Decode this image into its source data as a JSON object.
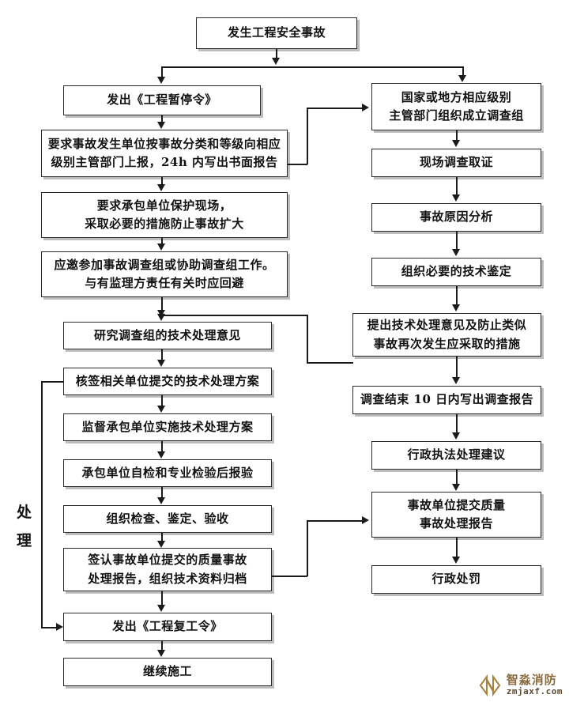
{
  "diagram": {
    "title_node": "发生工程安全事故",
    "side_label": "处理",
    "nodes": {
      "incident": "发生工程安全事故",
      "suspend_order": "发出《工程暂停令》",
      "report_request": "要求事故发生单位按事故分类和等级向相应\n级别主管部门上报，24h 内写出书面报告",
      "protect_site": "要求承包单位保护现场，\n采取必要的措施防止事故扩大",
      "join_group": "应邀参加事故调查组或协助调查组工作。\n与有监理方责任有关时应回避",
      "study_opinion": "研究调查组的技术处理意见",
      "countersign_plan": "核签相关单位提交的技术处理方案",
      "supervise_impl": "监督承包单位实施技术处理方案",
      "self_inspection": "承包单位自检和专业检验后报验",
      "organize_accept": "组织检查、鉴定、验收",
      "sign_report": "签认事故单位提交的质量事故\n处理报告，组织技术资料归档",
      "resume_order": "发出《工程复工令》",
      "continue_work": "继续施工",
      "establish_group": "国家或地方相应级别\n主管部门组织成立调查组",
      "site_investigation": "现场调查取证",
      "cause_analysis": "事故原因分析",
      "tech_appraisal": "组织必要的技术鉴定",
      "propose_measures": "提出技术处理意见及防止类似\n事故再次发生应采取的措施",
      "investigation_report": "调查结束 10 日内写出调查报告",
      "enforcement_advice": "行政执法处理建议",
      "unit_submit_report": "事故单位提交质量\n事故处理报告",
      "admin_penalty": "行政处罚"
    }
  },
  "watermark": {
    "brand_cn": "智淼消防",
    "url": "zmjaxf.com"
  },
  "colors": {
    "line": "#1b1b1b",
    "box_border": "#2b2b2b",
    "box_shadow": "#bdbdbd",
    "watermark_gold": "#8a6a3e",
    "background": "#ffffff"
  }
}
